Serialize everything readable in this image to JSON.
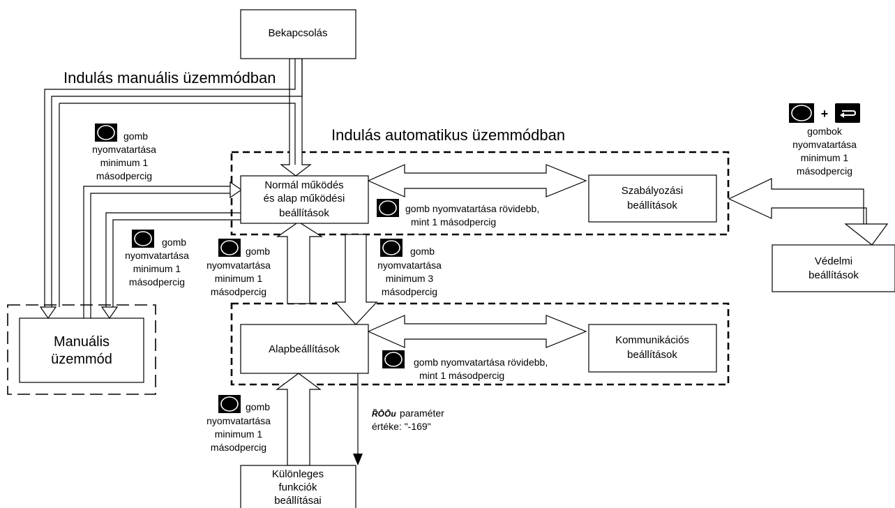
{
  "boxes": {
    "bekapcsolas": "Bekapcsolás",
    "normal": [
      "Normál működés",
      "és alap működési",
      "beállítások"
    ],
    "szabalyozasi": [
      "Szabályozási",
      "beállítások"
    ],
    "vedelmi": [
      "Védelmi",
      "beállítások"
    ],
    "manualis": [
      "Manuális",
      "üzemmód"
    ],
    "alap": "Alapbeállítások",
    "kommunikacios": [
      "Kommunikációs",
      "beállítások"
    ],
    "kulonleges": [
      "Különleges",
      "funkciók",
      "beállításai"
    ]
  },
  "headings": {
    "manual_start": "Indulás manuális üzemmódban",
    "auto_start": "Indulás automatikus üzemmódban"
  },
  "notes": {
    "top_left": [
      "gomb",
      "nyomvatartása",
      "minimum 1",
      "másodpercig"
    ],
    "left_mid": [
      "gomb",
      "nyomvatartása",
      "minimum 1",
      "másodpercig"
    ],
    "center_left": [
      "gomb",
      "nyomvatartása",
      "minimum 1",
      "másodpercig"
    ],
    "center_right": [
      "gomb",
      "nyomvatartása",
      "minimum 3",
      "másodpercig"
    ],
    "bottom_left": [
      "gomb",
      "nyomvatartása",
      "minimum 1",
      "másodpercig"
    ],
    "short_top": [
      "gomb nyomvatartása rövidebb,",
      "mint 1 másodpercig"
    ],
    "short_bottom": [
      "gomb nyomvatartása rövidebb,",
      "mint 1 másodpercig"
    ],
    "right_combo": [
      "gombok",
      "nyomvatartása",
      "minimum 1",
      "másodpercig"
    ],
    "plus": "+",
    "param_code": "ȐŌŌu",
    "param": [
      "paraméter",
      "értéke: \"-169\""
    ]
  },
  "icons": {
    "button": "round-button-icon",
    "return": "return-key-icon"
  }
}
